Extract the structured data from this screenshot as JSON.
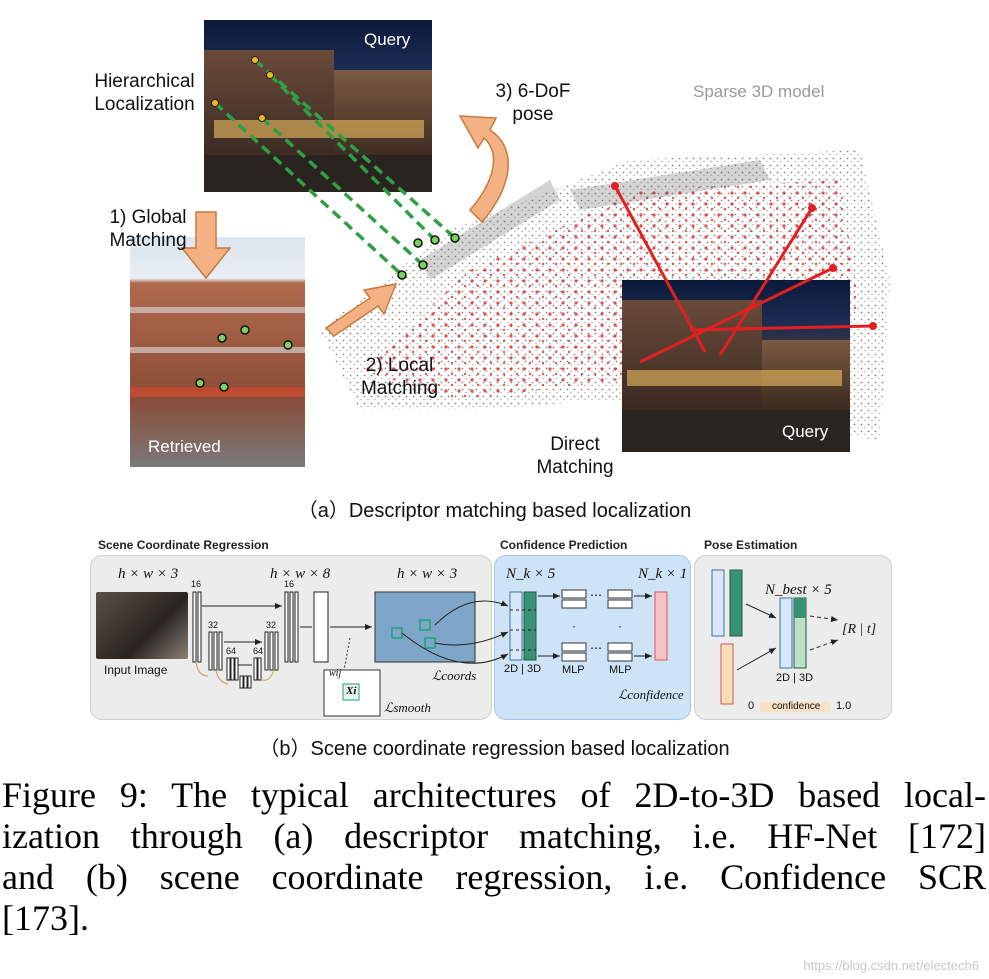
{
  "panel_a": {
    "query_top": "Query",
    "query_bottom": "Query",
    "retrieved": "Retrieved",
    "sparse_model": "Sparse 3D model",
    "hierarchical": "Hierarchical\nLocalization",
    "global_matching": "1) Global\nMatching",
    "local_matching": "2) Local\nMatching",
    "six_dof": "3) 6-DoF\npose",
    "direct_matching": "Direct\nMatching",
    "caption": "（a）Descriptor matching based localization"
  },
  "panel_b": {
    "title_scr": "Scene Coordinate Regression",
    "title_conf": "Confidence Prediction",
    "title_pose": "Pose Estimation",
    "dim1": "h × w × 3",
    "dim2": "h × w × 8",
    "dim3": "h × w × 3",
    "nk5": "N_k × 5",
    "nk1": "N_k × 1",
    "nbest5": "N_best × 5",
    "input_image": "Input Image",
    "ch16a": "16",
    "ch32a": "32",
    "ch64a": "64",
    "ch16b": "16",
    "ch32b": "32",
    "ch64b": "64",
    "l_coords": "ℒcoords",
    "l_smooth": "ℒsmooth",
    "l_confidence": "ℒconfidence",
    "w_ij": "wij",
    "x_i": "Xi",
    "twod3d_a": "2D | 3D",
    "twod3d_b": "2D | 3D",
    "mlp_a": "MLP",
    "mlp_b": "MLP",
    "rt": "[R | t]",
    "conf0": "0",
    "conf_label": "confidence",
    "conf1": "1.0",
    "caption": "（b）Scene coordinate regression based localization"
  },
  "figure_caption": {
    "lines": [
      "Figure 9: The typical architectures of 2D-to-3D based local-",
      "ization through (a) descriptor matching, i.e. HF-Net [172]",
      "and (b) scene coordinate regression, i.e. Confidence SCR",
      "[173]."
    ]
  },
  "watermark": "https://blog.csdn.net/electech6",
  "colors": {
    "arrow_orange": "#f4b183",
    "match_green": "#2ea043",
    "point_red": "#e02020",
    "panel_gray": "#ececec",
    "panel_blue": "#cfe3f6"
  }
}
